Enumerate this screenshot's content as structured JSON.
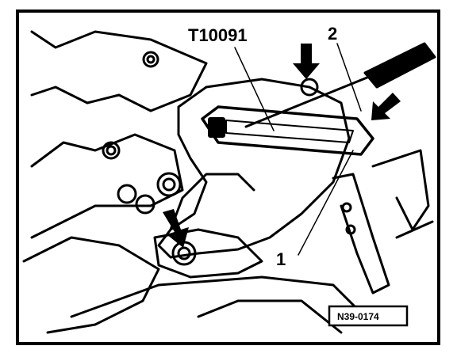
{
  "figure": {
    "tool_label": "T10091",
    "callout_2": "2",
    "callout_1": "1",
    "reference_code": "N39-0174"
  },
  "colors": {
    "ink": "#000000",
    "paper": "#ffffff"
  }
}
